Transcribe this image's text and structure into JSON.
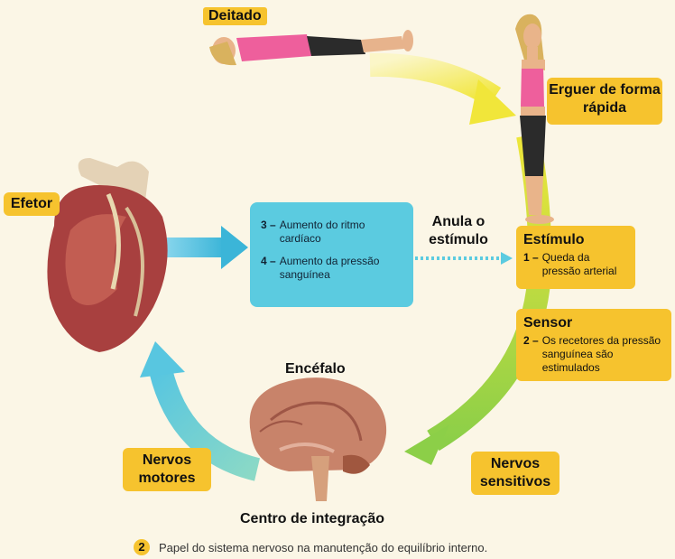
{
  "labels": {
    "deitado": "Deitado",
    "erguer": "Erguer de forma rápida",
    "efetor": "Efetor",
    "anula": "Anula o estímulo",
    "encefalo": "Encéfalo",
    "centro": "Centro de integração",
    "nervos_motores": "Nervos motores",
    "nervos_sensitivos": "Nervos sensitivos"
  },
  "stimulus": {
    "title": "Estímulo",
    "num": "1 –",
    "text": "Queda da pressão arterial"
  },
  "sensor": {
    "title": "Sensor",
    "num": "2 –",
    "text": "Os recetores da pressão sanguínea são estimulados"
  },
  "effects": [
    {
      "num": "3 –",
      "text": "Aumento do ritmo cardíaco"
    },
    {
      "num": "4 –",
      "text": "Aumento da pressão sanguínea"
    }
  ],
  "caption": {
    "number": "2",
    "text": "Papel do sistema nervoso na manutenção do equilíbrio interno."
  },
  "colors": {
    "yellow_box": "#f6c32e",
    "cyan_box": "#5bcbe0",
    "arrow_yellow": "#f4e73c",
    "arrow_green": "#9bd44a",
    "arrow_cyan": "#6fd0e0"
  },
  "icons": [
    "lying-woman-image",
    "standing-woman-image",
    "heart-image",
    "brain-image"
  ]
}
